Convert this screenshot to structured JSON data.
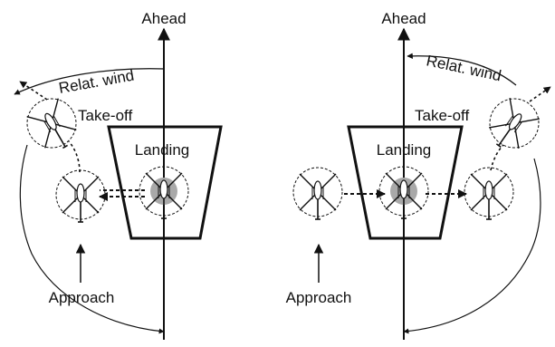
{
  "colors": {
    "stroke": "#111111",
    "rotor_disc": "#a9a9a9",
    "background": "#ffffff"
  },
  "left_panel": {
    "ahead_label": "Ahead",
    "wind_label": "Relat. wind",
    "takeoff_label": "Take-off",
    "landing_label": "Landing",
    "approach_label": "Approach",
    "icons": [
      "helicopter-icon",
      "helicopter-icon",
      "helicopter-icon"
    ]
  },
  "right_panel": {
    "ahead_label": "Ahead",
    "wind_label": "Relat. wind",
    "takeoff_label": "Take-off",
    "landing_label": "Landing",
    "approach_label": "Approach",
    "icons": [
      "helicopter-icon",
      "helicopter-icon",
      "helicopter-icon",
      "helicopter-icon"
    ]
  }
}
